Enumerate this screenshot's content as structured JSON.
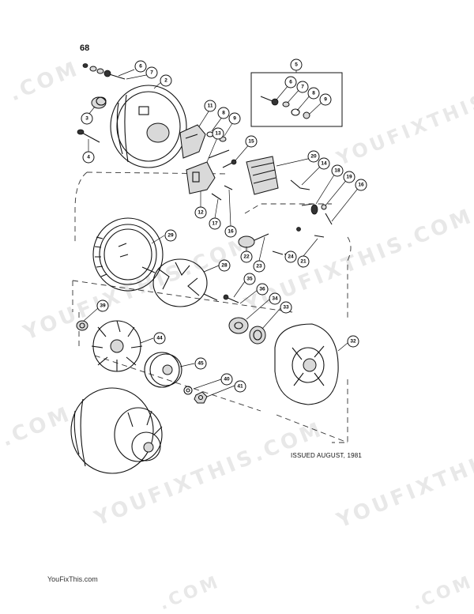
{
  "page": {
    "number": "68",
    "issued": "ISSUED AUGUST, 1981",
    "footer": "YouFixThis.com"
  },
  "watermarks": [
    {
      "text": ".COM"
    },
    {
      "text": "YOUFIXTHIS"
    },
    {
      "text": "YOUFIXTHIS.COM"
    },
    {
      "text": "YOUFIXTHIS.COM"
    },
    {
      "text": ".COM"
    },
    {
      "text": "YOUFIXTHIS.COM"
    },
    {
      "text": "YOUFIXTHIS"
    },
    {
      "text": ".COM"
    },
    {
      "text": ".COM"
    }
  ],
  "callouts": [
    {
      "label": "6"
    },
    {
      "label": "7"
    },
    {
      "label": "2"
    },
    {
      "label": "3"
    },
    {
      "label": "4"
    },
    {
      "label": "5"
    },
    {
      "label": "6"
    },
    {
      "label": "7"
    },
    {
      "label": "8"
    },
    {
      "label": "9"
    },
    {
      "label": "11"
    },
    {
      "label": "8"
    },
    {
      "label": "9"
    },
    {
      "label": "13"
    },
    {
      "label": "15"
    },
    {
      "label": "20"
    },
    {
      "label": "14"
    },
    {
      "label": "18"
    },
    {
      "label": "19"
    },
    {
      "label": "16"
    },
    {
      "label": "12"
    },
    {
      "label": "17"
    },
    {
      "label": "16"
    },
    {
      "label": "22"
    },
    {
      "label": "23"
    },
    {
      "label": "24"
    },
    {
      "label": "21"
    },
    {
      "label": "29"
    },
    {
      "label": "28"
    },
    {
      "label": "35"
    },
    {
      "label": "36"
    },
    {
      "label": "34"
    },
    {
      "label": "33"
    },
    {
      "label": "39"
    },
    {
      "label": "44"
    },
    {
      "label": "45"
    },
    {
      "label": "40"
    },
    {
      "label": "41"
    },
    {
      "label": "32"
    }
  ]
}
